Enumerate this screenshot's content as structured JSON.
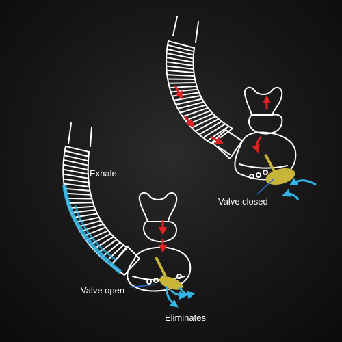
{
  "labels": {
    "exhale": "Exhale",
    "valve_closed": "Valve closed",
    "valve_open": "Valve open",
    "eliminates": "Eliminates"
  },
  "colors": {
    "background": "#141414",
    "outline": "#ffffff",
    "water_flow": "#33b5e8",
    "air_flow": "#e02222",
    "valve": "#c8b438",
    "pointer": "#2a6fd6"
  },
  "icons": [
    "snorkel-closed-icon",
    "snorkel-open-icon",
    "air-arrow-icon",
    "water-arrow-icon",
    "valve-icon"
  ]
}
